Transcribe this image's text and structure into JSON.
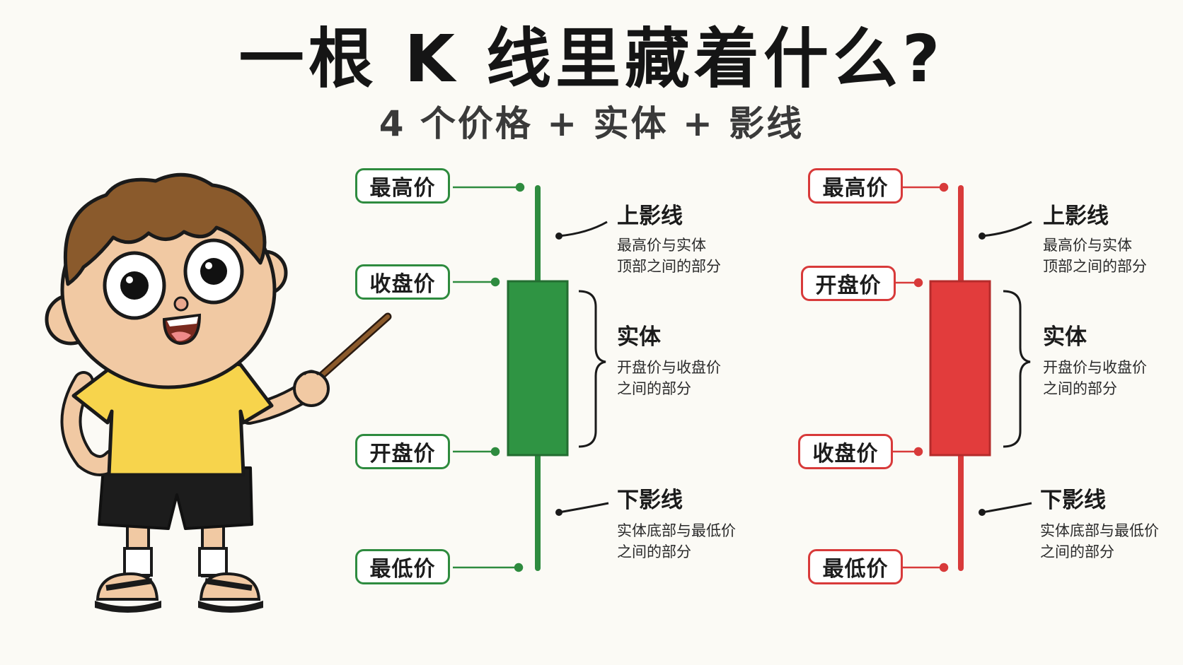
{
  "title": "一根 K 线里藏着什么?",
  "subtitle": "4 个价格 + 实体 + 影线",
  "colors": {
    "bull": "#2e8b3f",
    "bear": "#d83a3a",
    "background": "#fbfaf5"
  },
  "left_candle": {
    "labels": {
      "high": "最高价",
      "close": "收盘价",
      "open": "开盘价",
      "low": "最低价"
    }
  },
  "right_candle": {
    "labels": {
      "high": "最高价",
      "open": "开盘价",
      "close": "收盘价",
      "low": "最低价"
    }
  },
  "annotations": {
    "upper_shadow": {
      "title": "上影线",
      "line1": "最高价与实体",
      "line2": "顶部之间的部分"
    },
    "body": {
      "title": "实体",
      "line1": "开盘价与收盘价",
      "line2": "之间的部分"
    },
    "lower_shadow": {
      "title": "下影线",
      "line1": "实体底部与最低价",
      "line2": "之间的部分"
    }
  }
}
